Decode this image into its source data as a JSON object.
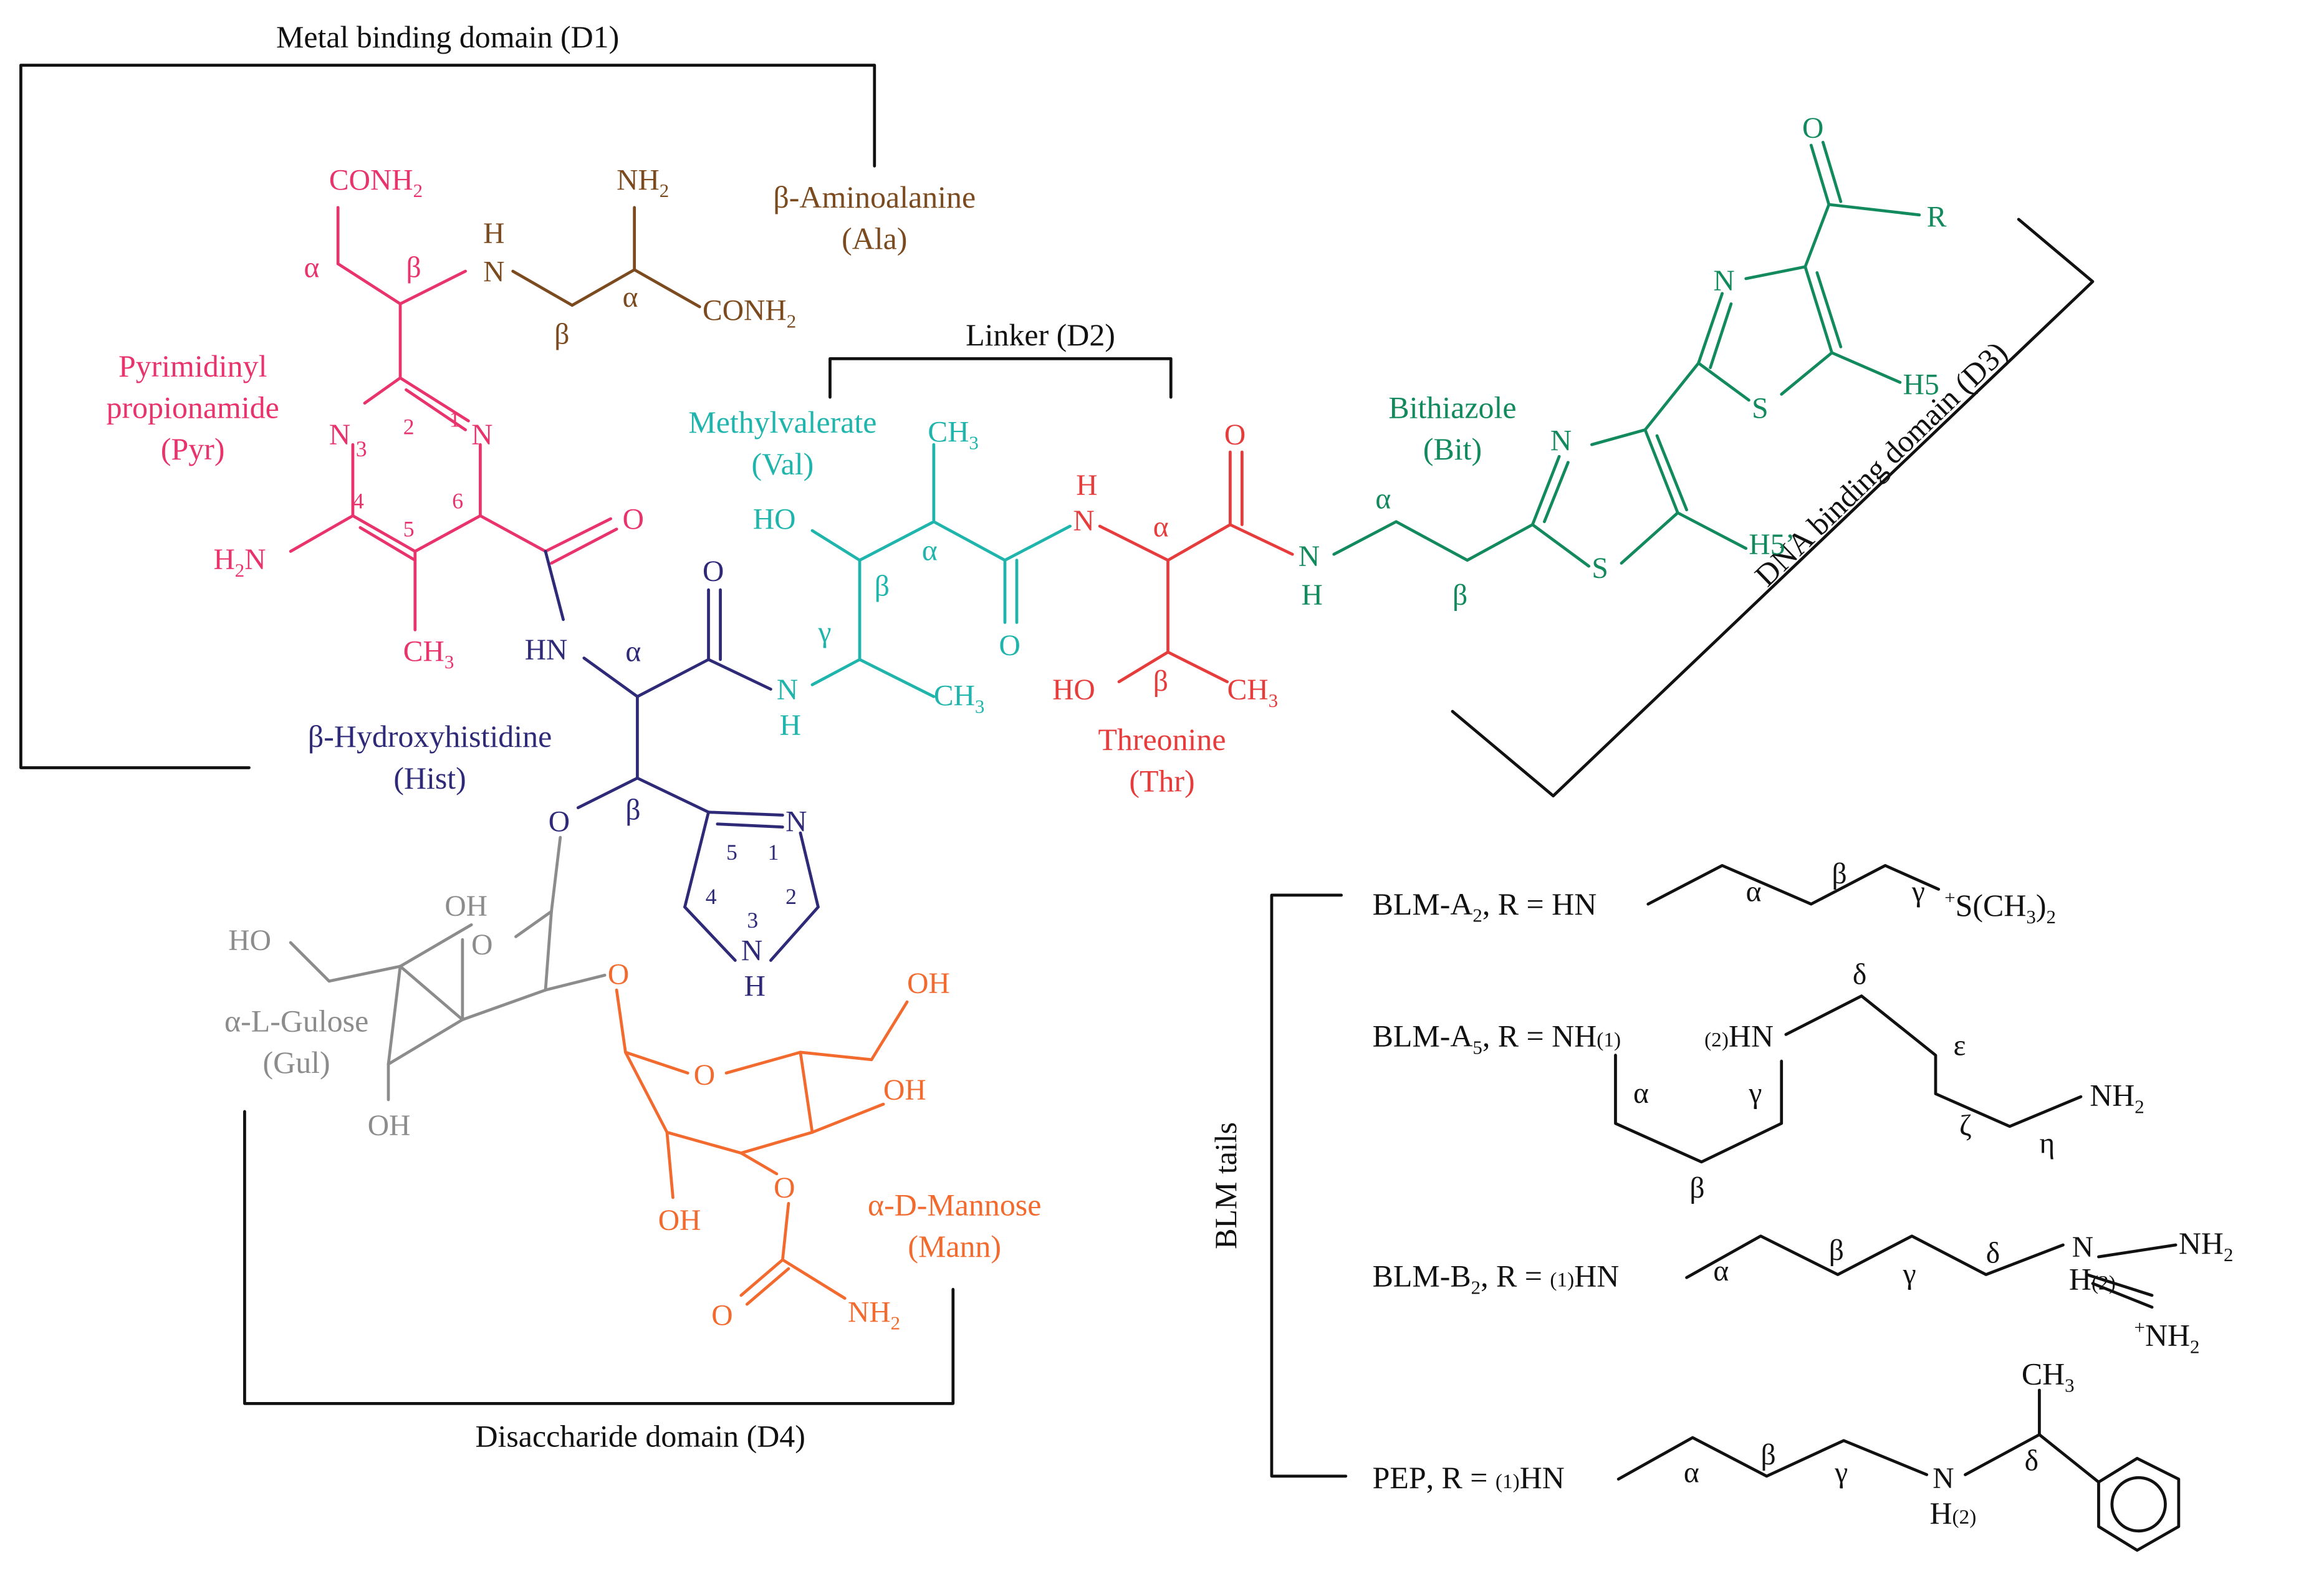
{
  "colors": {
    "pyr": "#e8336d",
    "ala": "#7b4a1e",
    "hist": "#2e2a78",
    "val": "#1fb5ac",
    "thr": "#e63c3c",
    "bit": "#138a5e",
    "gul": "#8c8c8c",
    "mann": "#f26a2e",
    "black": "#111111"
  },
  "domains": {
    "d1": "Metal binding domain (D1)",
    "d2": "Linker (D2)",
    "d3": "DNA binding domain (D3)",
    "d4": "Disaccharide domain (D4)",
    "tails": "BLM tails"
  },
  "residues": {
    "pyr_name1": "Pyrimidinyl",
    "pyr_name2": "propionamide",
    "pyr_abbr": "(Pyr)",
    "ala_name": "β-Aminoalanine",
    "ala_abbr": "(Ala)",
    "hist_name": "β-Hydroxyhistidine",
    "hist_abbr": "(Hist)",
    "val_name": "Methylvalerate",
    "val_abbr": "(Val)",
    "thr_name": "Threonine",
    "thr_abbr": "(Thr)",
    "bit_name": "Bithiazole",
    "bit_abbr": "(Bit)",
    "gul_name": "α-L-Gulose",
    "gul_abbr": "(Gul)",
    "mann_name": "α-D-Mannose",
    "mann_abbr": "(Mann)"
  },
  "atoms": {
    "conh2": "CONH",
    "nh2": "NH",
    "sub2": "2",
    "h": "H",
    "n": "N",
    "o": "O",
    "s": "S",
    "oh": "OH",
    "ho": "HO",
    "hn": "HN",
    "ch3": "CH",
    "sub3": "3",
    "h2n": "H",
    "r": "R",
    "h5": "H5",
    "h5p": "H5’"
  },
  "greek": {
    "alpha": "α",
    "beta": "β",
    "gamma": "γ",
    "delta": "δ",
    "epsilon": "ε",
    "zeta": "ζ",
    "eta": "η"
  },
  "ring_numbers": [
    "1",
    "2",
    "3",
    "4",
    "5",
    "6"
  ],
  "tails": {
    "a2_label": "BLM-A",
    "a2_sub": "2",
    "r_eq": ", R = ",
    "a2_end": "S(CH",
    "a2_end_sub": "3",
    "a2_end_close": ")",
    "a2_end_sub2": "2",
    "a5_label": "BLM-A",
    "a5_sub": "5",
    "a5_nh": "NH",
    "n1": "(1)",
    "n2": "(2)",
    "b2_label": "BLM-B",
    "b2_sub": "2",
    "pep_label": "PEP",
    "plus": "+"
  }
}
